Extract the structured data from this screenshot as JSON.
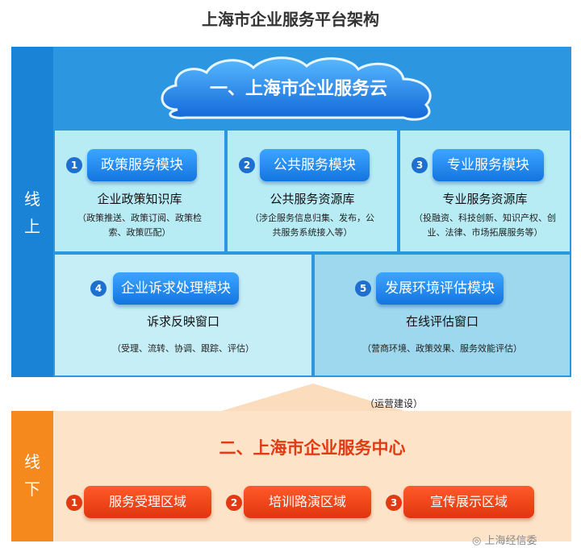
{
  "title": "上海市企业服务平台架构",
  "online_label": [
    "线",
    "上"
  ],
  "offline_label": [
    "线",
    "下"
  ],
  "cloud_title": "一、上海市企业服务云",
  "modules": [
    {
      "num": "1",
      "name": "政策服务模块",
      "sub": "企业政策知识库",
      "desc": [
        "（政策推送、政策订阅、政策检",
        "索、政策匹配）"
      ]
    },
    {
      "num": "2",
      "name": "公共服务模块",
      "sub": "公共服务资源库",
      "desc": [
        "（涉企服务信息归集、发布，公",
        "共服务系统接入等）"
      ]
    },
    {
      "num": "3",
      "name": "专业服务模块",
      "sub": "专业服务资源库",
      "desc": [
        "（投融资、科技创新、知识产权、创",
        "业、法律、市场拓展服务等）"
      ]
    },
    {
      "num": "4",
      "name": "企业诉求处理模块",
      "sub": "诉求反映窗口",
      "desc": [
        "（受理、流转、协调、跟踪、评估）"
      ]
    },
    {
      "num": "5",
      "name": "发展环境评估模块",
      "sub": "在线评估窗口",
      "desc": [
        "（营商环境、政策效果、服务效能评估）"
      ]
    }
  ],
  "ops_label": "（运营建设）",
  "center_title": "二、上海市企业服务中心",
  "zones": [
    {
      "num": "1",
      "name": "服务受理区域"
    },
    {
      "num": "2",
      "name": "培训路演区域"
    },
    {
      "num": "3",
      "name": "宣传展示区域"
    }
  ],
  "watermark": "上海经信委",
  "colors": {
    "online": "#1a83d6",
    "offline": "#f5891e",
    "module_button": "#1f7fe6",
    "zone_button": "#ef4318",
    "center_title": "#e23a12"
  }
}
